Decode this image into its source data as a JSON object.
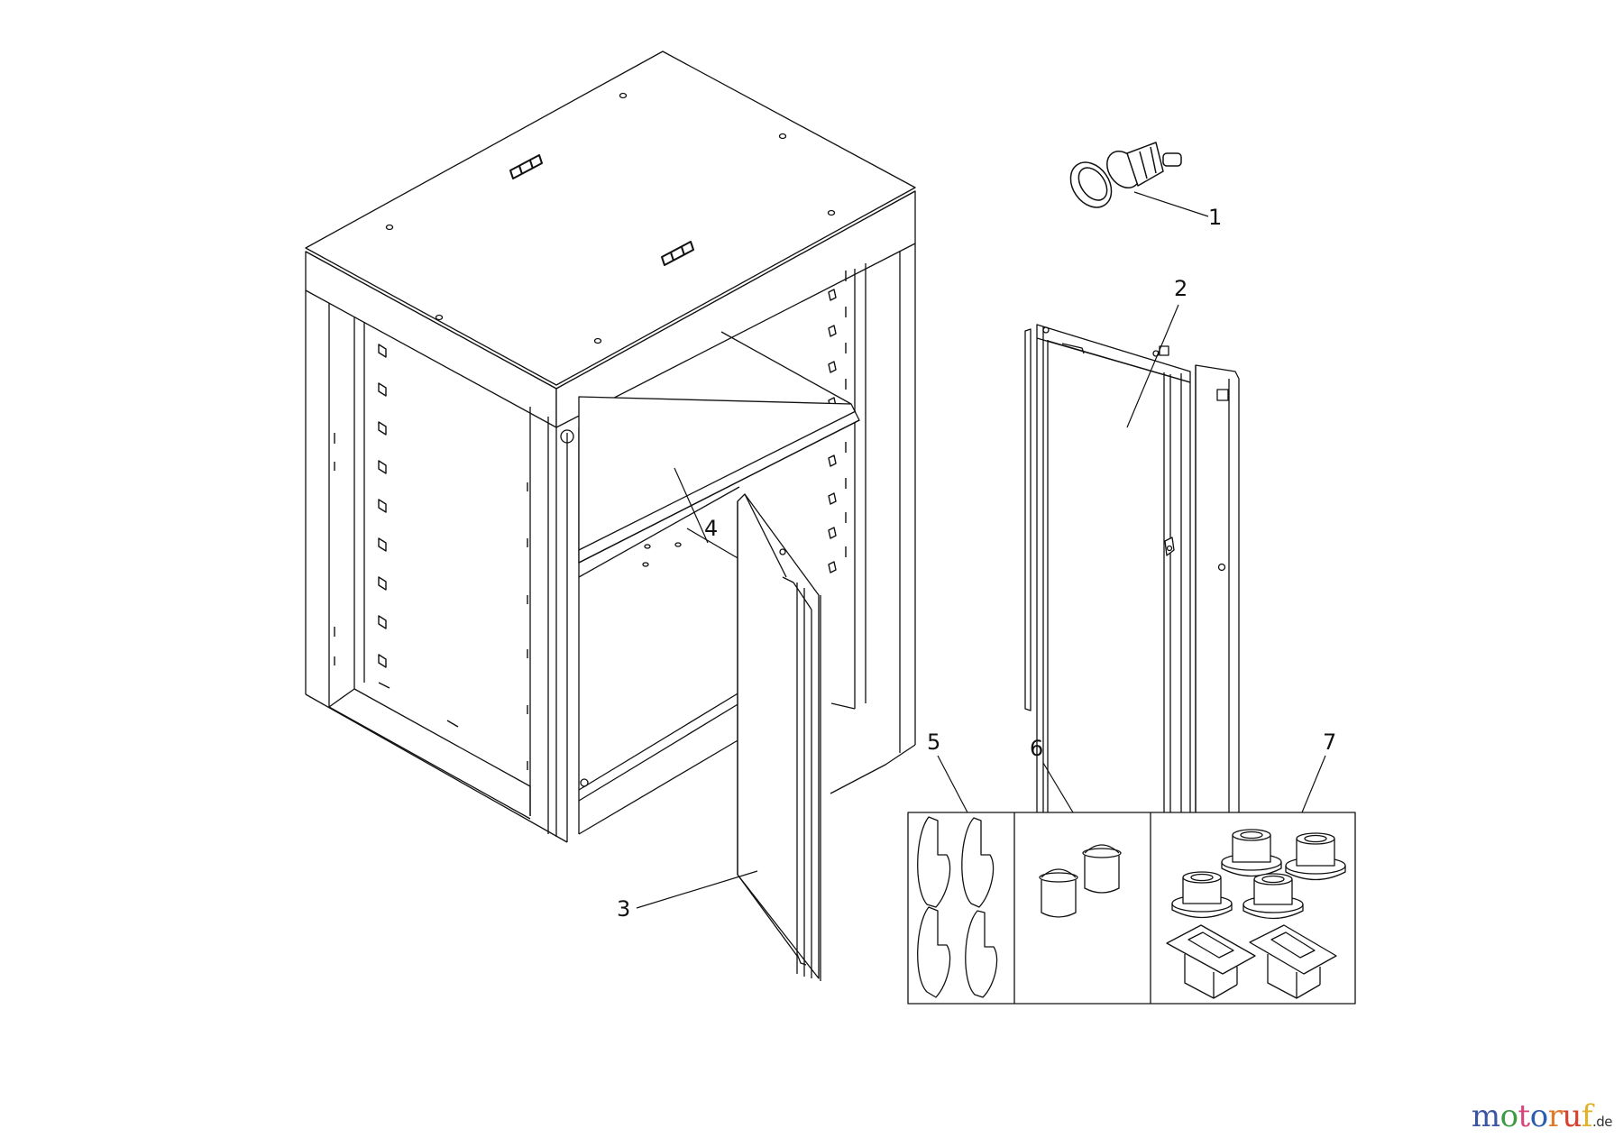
{
  "diagram": {
    "type": "exploded-parts-diagram",
    "subject": "wall cabinet with shelf and door",
    "callouts": [
      {
        "id": "1",
        "label": "1",
        "part": "lock cylinder"
      },
      {
        "id": "2",
        "label": "2",
        "part": "door (rear view)"
      },
      {
        "id": "3",
        "label": "3",
        "part": "door (mounted, open)"
      },
      {
        "id": "4",
        "label": "4",
        "part": "shelf"
      },
      {
        "id": "5",
        "label": "5",
        "part": "shelf clips (4x)"
      },
      {
        "id": "6",
        "label": "6",
        "part": "door bumpers (2x)"
      },
      {
        "id": "7",
        "label": "7",
        "part": "hinge bushings and plugs (6x)"
      }
    ]
  },
  "watermark": {
    "letters": [
      "m",
      "o",
      "t",
      "o",
      "r",
      "u",
      "f"
    ],
    "suffix": ".de",
    "colors": [
      "#3b55a5",
      "#3f9a46",
      "#d6447b",
      "#2b5fae",
      "#e07a2a",
      "#d6402c",
      "#e0b22a"
    ]
  }
}
